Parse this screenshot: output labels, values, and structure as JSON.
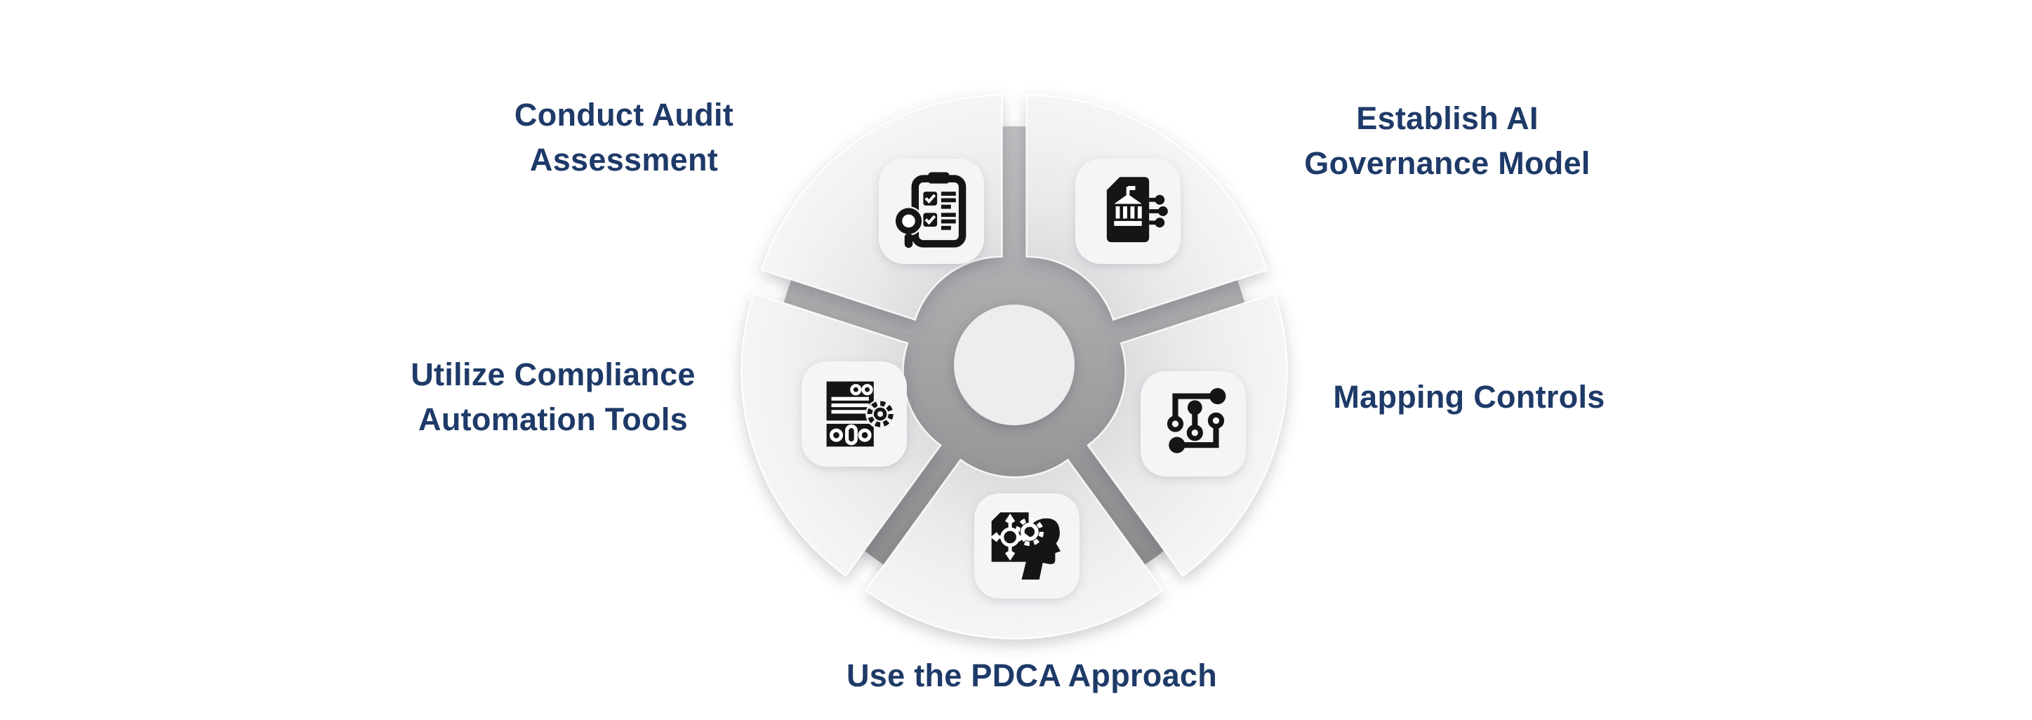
{
  "diagram": {
    "type": "circular-process-infographic",
    "background_color": "#ffffff",
    "label_color": "#1e3a68",
    "wheel": {
      "segment_count": 5,
      "segment_color_outer": "#f8f8f9",
      "segment_color_inner": "#dcdcdf",
      "base_disc_color_top": "#bdbec0",
      "base_disc_color_bottom": "#88888a",
      "hub_color": "#ededef",
      "icon_tile_color": "#f5f5f7",
      "icon_color": "#151515"
    },
    "steps": [
      {
        "label": "Conduct Audit Assessment",
        "label_lines": [
          "Conduct Audit",
          "Assessment"
        ],
        "icon": "audit-checklist-magnifier-icon",
        "position": "top-left"
      },
      {
        "label": "Establish AI Governance Model",
        "label_lines": [
          "Establish AI",
          "Governance Model"
        ],
        "icon": "governance-document-institution-icon",
        "position": "top-right"
      },
      {
        "label": "Mapping Controls",
        "label_lines": [
          "Mapping Controls"
        ],
        "icon": "mapping-circuit-nodes-icon",
        "position": "right"
      },
      {
        "label": "Use the PDCA Approach",
        "label_lines": [
          "Use the PDCA Approach"
        ],
        "icon": "pdca-document-head-gear-icon",
        "position": "bottom"
      },
      {
        "label": "Utilize Compliance Automation Tools",
        "label_lines": [
          "Utilize Compliance",
          "Automation Tools"
        ],
        "icon": "compliance-automation-document-gear-icon",
        "position": "left"
      }
    ]
  }
}
